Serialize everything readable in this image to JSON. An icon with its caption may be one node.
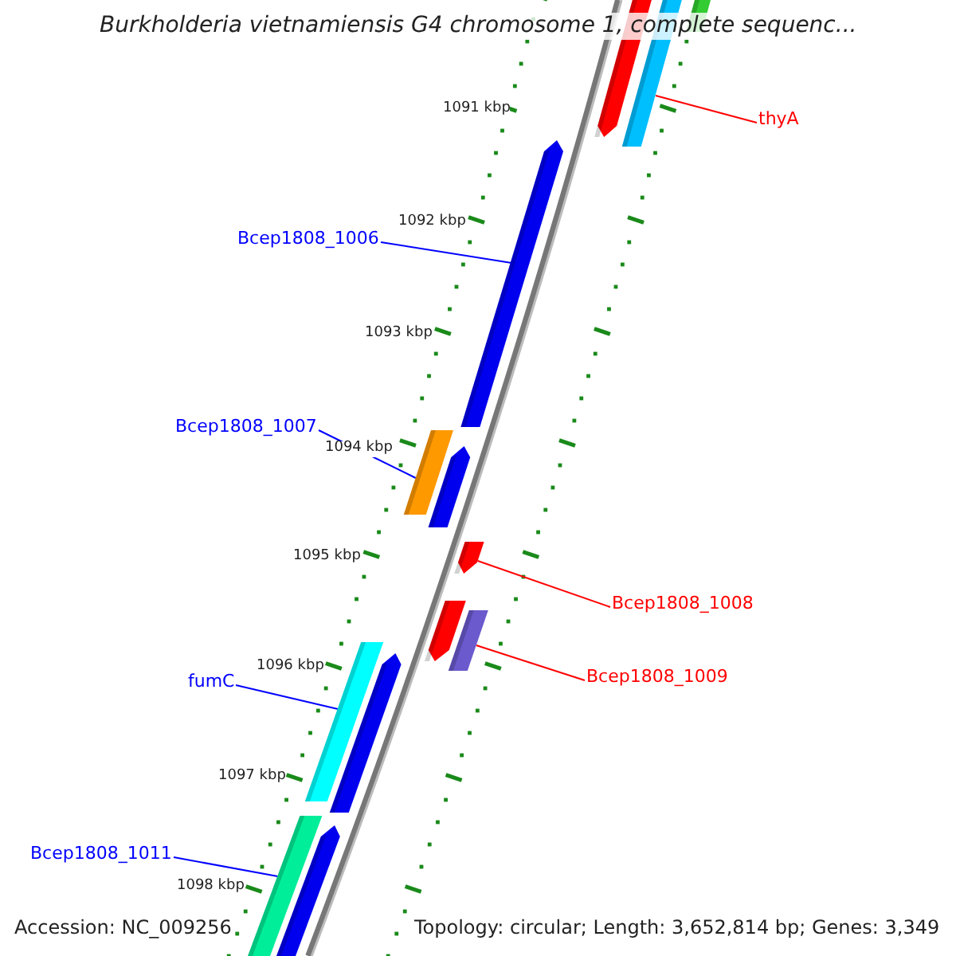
{
  "diagram": {
    "title": "Burkholderia vietnamiensis G4 chromosome 1, complete sequenc...",
    "nodes": [
      {
        "text": [
          "thyA"
        ]
      },
      {
        "text": [
          "Bcep1808_1006"
        ]
      },
      {
        "text": [
          "Bcep1808_1007"
        ]
      },
      {
        "text": [
          "Bcep1808_1008"
        ]
      },
      {
        "text": [
          "Bcep1808_1009"
        ]
      },
      {
        "text": [
          "fumC"
        ]
      },
      {
        "text": [
          "Bcep1808_1011"
        ]
      },
      {
        "text": [],
        "shape": "bar"
      },
      {
        "text": [],
        "shape": "arrow"
      },
      {
        "text": [],
        "shape": "bar"
      },
      {
        "text": [],
        "shape": "arrow"
      },
      {
        "text": [],
        "shape": "bar"
      },
      {
        "text": [],
        "shape": "bar"
      },
      {
        "text": [],
        "shape": "bar"
      }
    ],
    "edges": [
      {
        "from": 0,
        "to": 7,
        "arrow": "none",
        "color": "#ff0000"
      },
      {
        "from": 1,
        "to": 8,
        "arrow": "none"
      },
      {
        "from": 2,
        "to": 9,
        "arrow": "none"
      },
      {
        "from": 3,
        "to": 10,
        "arrow": "none",
        "color": "#ff0000"
      },
      {
        "from": 4,
        "to": 11,
        "arrow": "none",
        "color": "#ff0000"
      },
      {
        "from": 5,
        "to": 12,
        "arrow": "none"
      },
      {
        "from": 6,
        "to": 13,
        "arrow": "none"
      }
    ],
    "labels": [
      "1091 kbp",
      "1092 kbp",
      "1093 kbp",
      "1094 kbp",
      "1095 kbp",
      "1096 kbp",
      "1097 kbp",
      "1098 kbp",
      "Accession: NC_009256",
      "Topology: circular; Length: 3,652,814 bp; Genes: 3,349"
    ]
  }
}
